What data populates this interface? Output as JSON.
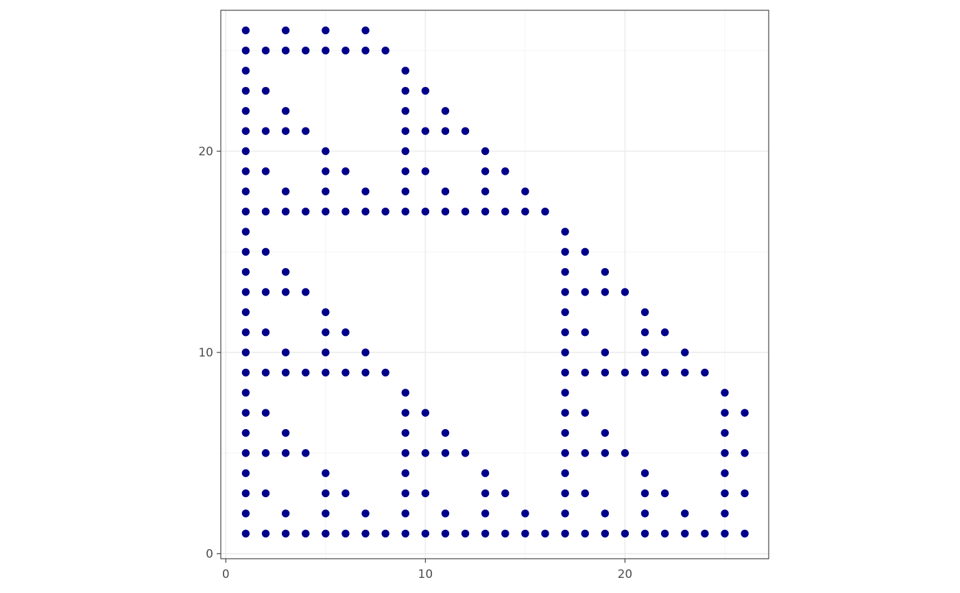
{
  "chart_data": {
    "type": "scatter",
    "title": "",
    "xlabel": "",
    "ylabel": "",
    "xlim": [
      -0.25,
      27.2
    ],
    "ylim": [
      -0.25,
      27.0
    ],
    "x_ticks": [
      "0",
      "10",
      "20"
    ],
    "y_ticks": [
      "0",
      "10",
      "20"
    ],
    "grid": true,
    "legend": "none",
    "colors": {
      "point": "#00008B",
      "panel_border": "#333333",
      "grid_major": "#ebebeb",
      "grid_minor": "#f3f3f3",
      "tick_text": "#4d4d4d"
    },
    "points": [
      [
        1,
        1
      ],
      [
        2,
        1
      ],
      [
        3,
        1
      ],
      [
        4,
        1
      ],
      [
        5,
        1
      ],
      [
        6,
        1
      ],
      [
        7,
        1
      ],
      [
        8,
        1
      ],
      [
        9,
        1
      ],
      [
        10,
        1
      ],
      [
        11,
        1
      ],
      [
        12,
        1
      ],
      [
        13,
        1
      ],
      [
        14,
        1
      ],
      [
        15,
        1
      ],
      [
        16,
        1
      ],
      [
        17,
        1
      ],
      [
        18,
        1
      ],
      [
        19,
        1
      ],
      [
        20,
        1
      ],
      [
        21,
        1
      ],
      [
        22,
        1
      ],
      [
        23,
        1
      ],
      [
        24,
        1
      ],
      [
        25,
        1
      ],
      [
        26,
        1
      ],
      [
        1,
        2
      ],
      [
        3,
        2
      ],
      [
        5,
        2
      ],
      [
        7,
        2
      ],
      [
        9,
        2
      ],
      [
        11,
        2
      ],
      [
        13,
        2
      ],
      [
        15,
        2
      ],
      [
        17,
        2
      ],
      [
        19,
        2
      ],
      [
        21,
        2
      ],
      [
        23,
        2
      ],
      [
        25,
        2
      ],
      [
        1,
        3
      ],
      [
        2,
        3
      ],
      [
        5,
        3
      ],
      [
        6,
        3
      ],
      [
        9,
        3
      ],
      [
        10,
        3
      ],
      [
        13,
        3
      ],
      [
        14,
        3
      ],
      [
        17,
        3
      ],
      [
        18,
        3
      ],
      [
        21,
        3
      ],
      [
        22,
        3
      ],
      [
        25,
        3
      ],
      [
        26,
        3
      ],
      [
        1,
        4
      ],
      [
        5,
        4
      ],
      [
        9,
        4
      ],
      [
        13,
        4
      ],
      [
        17,
        4
      ],
      [
        21,
        4
      ],
      [
        25,
        4
      ],
      [
        1,
        5
      ],
      [
        2,
        5
      ],
      [
        3,
        5
      ],
      [
        4,
        5
      ],
      [
        9,
        5
      ],
      [
        10,
        5
      ],
      [
        11,
        5
      ],
      [
        12,
        5
      ],
      [
        17,
        5
      ],
      [
        18,
        5
      ],
      [
        19,
        5
      ],
      [
        20,
        5
      ],
      [
        25,
        5
      ],
      [
        26,
        5
      ],
      [
        1,
        6
      ],
      [
        3,
        6
      ],
      [
        9,
        6
      ],
      [
        11,
        6
      ],
      [
        17,
        6
      ],
      [
        19,
        6
      ],
      [
        25,
        6
      ],
      [
        1,
        7
      ],
      [
        2,
        7
      ],
      [
        9,
        7
      ],
      [
        10,
        7
      ],
      [
        17,
        7
      ],
      [
        18,
        7
      ],
      [
        25,
        7
      ],
      [
        26,
        7
      ],
      [
        1,
        8
      ],
      [
        9,
        8
      ],
      [
        17,
        8
      ],
      [
        25,
        8
      ],
      [
        1,
        9
      ],
      [
        2,
        9
      ],
      [
        3,
        9
      ],
      [
        4,
        9
      ],
      [
        5,
        9
      ],
      [
        6,
        9
      ],
      [
        7,
        9
      ],
      [
        8,
        9
      ],
      [
        17,
        9
      ],
      [
        18,
        9
      ],
      [
        19,
        9
      ],
      [
        20,
        9
      ],
      [
        21,
        9
      ],
      [
        22,
        9
      ],
      [
        23,
        9
      ],
      [
        24,
        9
      ],
      [
        1,
        10
      ],
      [
        3,
        10
      ],
      [
        5,
        10
      ],
      [
        7,
        10
      ],
      [
        17,
        10
      ],
      [
        19,
        10
      ],
      [
        21,
        10
      ],
      [
        23,
        10
      ],
      [
        1,
        11
      ],
      [
        2,
        11
      ],
      [
        5,
        11
      ],
      [
        6,
        11
      ],
      [
        17,
        11
      ],
      [
        18,
        11
      ],
      [
        21,
        11
      ],
      [
        22,
        11
      ],
      [
        1,
        12
      ],
      [
        5,
        12
      ],
      [
        17,
        12
      ],
      [
        21,
        12
      ],
      [
        1,
        13
      ],
      [
        2,
        13
      ],
      [
        3,
        13
      ],
      [
        4,
        13
      ],
      [
        17,
        13
      ],
      [
        18,
        13
      ],
      [
        19,
        13
      ],
      [
        20,
        13
      ],
      [
        1,
        14
      ],
      [
        3,
        14
      ],
      [
        17,
        14
      ],
      [
        19,
        14
      ],
      [
        1,
        15
      ],
      [
        2,
        15
      ],
      [
        17,
        15
      ],
      [
        18,
        15
      ],
      [
        1,
        16
      ],
      [
        17,
        16
      ],
      [
        1,
        17
      ],
      [
        2,
        17
      ],
      [
        3,
        17
      ],
      [
        4,
        17
      ],
      [
        5,
        17
      ],
      [
        6,
        17
      ],
      [
        7,
        17
      ],
      [
        8,
        17
      ],
      [
        9,
        17
      ],
      [
        10,
        17
      ],
      [
        11,
        17
      ],
      [
        12,
        17
      ],
      [
        13,
        17
      ],
      [
        14,
        17
      ],
      [
        15,
        17
      ],
      [
        16,
        17
      ],
      [
        1,
        18
      ],
      [
        3,
        18
      ],
      [
        5,
        18
      ],
      [
        7,
        18
      ],
      [
        9,
        18
      ],
      [
        11,
        18
      ],
      [
        13,
        18
      ],
      [
        15,
        18
      ],
      [
        1,
        19
      ],
      [
        2,
        19
      ],
      [
        5,
        19
      ],
      [
        6,
        19
      ],
      [
        9,
        19
      ],
      [
        10,
        19
      ],
      [
        13,
        19
      ],
      [
        14,
        19
      ],
      [
        1,
        20
      ],
      [
        5,
        20
      ],
      [
        9,
        20
      ],
      [
        13,
        20
      ],
      [
        1,
        21
      ],
      [
        2,
        21
      ],
      [
        3,
        21
      ],
      [
        4,
        21
      ],
      [
        9,
        21
      ],
      [
        10,
        21
      ],
      [
        11,
        21
      ],
      [
        12,
        21
      ],
      [
        1,
        22
      ],
      [
        3,
        22
      ],
      [
        9,
        22
      ],
      [
        11,
        22
      ],
      [
        1,
        23
      ],
      [
        2,
        23
      ],
      [
        9,
        23
      ],
      [
        10,
        23
      ],
      [
        1,
        24
      ],
      [
        9,
        24
      ],
      [
        1,
        25
      ],
      [
        2,
        25
      ],
      [
        3,
        25
      ],
      [
        4,
        25
      ],
      [
        5,
        25
      ],
      [
        6,
        25
      ],
      [
        7,
        25
      ],
      [
        8,
        25
      ],
      [
        1,
        26
      ],
      [
        3,
        26
      ],
      [
        5,
        26
      ],
      [
        7,
        26
      ]
    ]
  }
}
